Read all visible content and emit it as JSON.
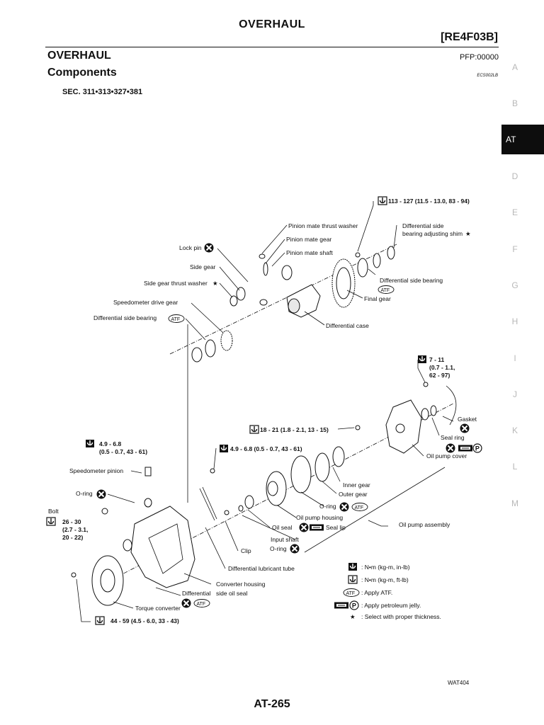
{
  "header": {
    "title": "OVERHAUL",
    "code": "[RE4F03B]"
  },
  "section": {
    "title": "OVERHAUL",
    "pfp": "PFP:00000",
    "subtitle": "Components",
    "ref": "ECS002LB",
    "sec": "SEC. 311•313•327•381"
  },
  "tabs": [
    "A",
    "B",
    "AT",
    "D",
    "E",
    "F",
    "G",
    "H",
    "I",
    "J",
    "K",
    "L",
    "M"
  ],
  "active_tab": "AT",
  "labels": {
    "torque_top": "113 - 127 (11.5 - 13.0, 83 - 94)",
    "pinion_mate_thrust_washer": "Pinion mate thrust washer",
    "pinion_mate_gear": "Pinion mate gear",
    "pinion_mate_shaft": "Pinion mate shaft",
    "lock_pin": "Lock pin",
    "side_gear": "Side gear",
    "side_gear_thrust_washer": "Side gear thrust washer",
    "diff_side_bearing_adj_shim_1": "Differential side",
    "diff_side_bearing_adj_shim_2": "bearing adjusting shim",
    "diff_side_bearing_right": "Differential side bearing",
    "final_gear": "Final gear",
    "speedometer_drive_gear": "Speedometer drive gear",
    "diff_side_bearing_left": "Differential side bearing",
    "differential_case": "Differential case",
    "torque_7_11_a": "7 - 11",
    "torque_7_11_b": "(0.7 - 1.1,",
    "torque_7_11_c": "62 - 97)",
    "gasket": "Gasket",
    "seal_ring": "Seal ring",
    "oil_pump_cover": "Oil pump cover",
    "torque_18_21": "18 - 21 (1.8 - 2.1, 13 - 15)",
    "torque_49_68_left_a": "4.9 - 6.8",
    "torque_49_68_left_b": "(0.5 - 0.7, 43 - 61)",
    "torque_49_68_mid": "4.9 - 6.8 (0.5 - 0.7, 43 - 61)",
    "speedometer_pinion": "Speedometer pinion",
    "o_ring_left": "O-ring",
    "bolt": "Bolt",
    "torque_26_30_a": "26 - 30",
    "torque_26_30_b": "(2.7 - 3.1,",
    "torque_26_30_c": "20 - 22)",
    "inner_gear": "Inner gear",
    "outer_gear": "Outer gear",
    "o_ring_mid": "O-ring",
    "oil_pump_housing": "Oil pump housing",
    "oil_seal": "Oil seal",
    "seal_lip": "Seal lip",
    "oil_pump_assembly": "Oil pump assembly",
    "input_shaft": "Input shaft",
    "o_ring_lower": "O-ring",
    "clip": "Clip",
    "differential_lubricant_tube": "Differential lubricant tube",
    "converter_housing": "Converter housing",
    "diff_side_oil_seal_1": "Differential",
    "diff_side_oil_seal_2": "side oil seal",
    "torque_converter": "Torque converter",
    "torque_44_59": "44 - 59 (4.5 - 6.0, 33 - 43)",
    "atf": "ATF"
  },
  "legend": [
    {
      "symbol": "torque-n-m-in-lb-icon",
      "text": ": N•m (kg-m, in-lb)"
    },
    {
      "symbol": "torque-n-m-ft-lb-icon",
      "text": ": N•m (kg-m, ft-lb)"
    },
    {
      "symbol": "atf-icon",
      "text": ": Apply ATF."
    },
    {
      "symbol": "petroleum-jelly-icon",
      "text": ": Apply petroleum jelly."
    },
    {
      "symbol": "star-icon",
      "text": ": Select with proper thickness."
    }
  ],
  "figure_id": "WAT404",
  "footer": {
    "page": "AT-265"
  }
}
